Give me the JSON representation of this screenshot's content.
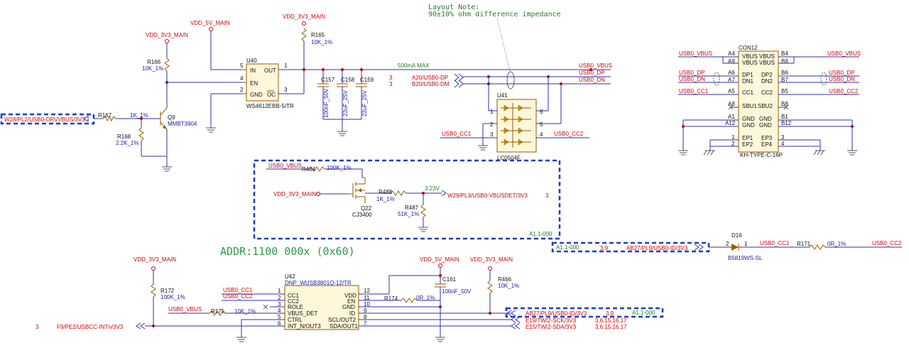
{
  "note": {
    "line1": "Layout Note:",
    "line2": "90±10% ohm difference impedance"
  },
  "nets": {
    "vdd5v": "VDD_5V_MAIN",
    "vdd3v3": "VDD_3V3_MAIN",
    "usb0_vbus": "USB0_VBUS",
    "usb0_dp": "USB0_DP",
    "usb0_dn": "USB0_DN",
    "usb0_cc1": "USB0_CC1",
    "usb0_cc2": "USB0_CC2",
    "ma500": "500mA MAX",
    "v323": "3.23V"
  },
  "ports": {
    "drvbus": "W28/PL2/USB0-DRVVBUS/3V3",
    "a20dp": "A20/USB0-DP",
    "b20dn": "B20/USB0-DM",
    "vbusdet": "W29/PL3/USB0-VBUSDET/3V3",
    "usbid1": "AB27/PL9/USB0-ID/3V3",
    "usbid2": "AB27/PL9/USB0-ID/3V3",
    "usbcint": "F9/PE2/USBCC-INTn/3V3",
    "twi2sck": "E19/TWI2-SCK/3V3",
    "twi2sda": "E15/TWI2-SDA/3V3",
    "sheet3": "3",
    "sheet39": "3,9",
    "sheets_twi": "3,6,15,16,17",
    "ref_a11": "A1.1-000"
  },
  "parts": {
    "u40": {
      "ref": "U40",
      "part": "WS4612EBB-5/TR",
      "in": "IN",
      "out": "OUT",
      "en": "EN",
      "gnd": "GND",
      "oc": "OC",
      "p5": "5",
      "p4": "4",
      "p2": "2",
      "p1": "1",
      "p3": "3"
    },
    "r165": {
      "ref": "R165",
      "val": "10K_1%"
    },
    "r166": {
      "ref": "R166",
      "val": "10K_1%"
    },
    "r167": {
      "ref": "R167",
      "val": "1K_1%"
    },
    "r168": {
      "ref": "R168",
      "val": "2.2K_1%"
    },
    "q9": {
      "ref": "Q9",
      "part": "MMBT3904"
    },
    "c157": {
      "ref": "C157",
      "val": "100nF_50V"
    },
    "c158": {
      "ref": "C158",
      "val": "22uF_25V"
    },
    "c159": {
      "ref": "C159",
      "val": "22uF_25V"
    },
    "u41": {
      "ref": "U41",
      "part": "LC0504F",
      "p1": "1",
      "p2": "2",
      "p3": "3",
      "p4": "4",
      "p5": "5",
      "p6": "6"
    },
    "con12": {
      "ref": "CON12",
      "part": "KH-TYPE-C-16P",
      "left_pins": [
        "A4",
        "A9",
        "A6",
        "A7",
        "A5",
        "A8",
        "A1",
        "A12",
        "1",
        "2"
      ],
      "left_names": [
        "VBUS",
        "VBUS",
        "DP1",
        "DN1",
        "CC1",
        "SBU1",
        "GND",
        "GND",
        "EP1",
        "EP2"
      ],
      "right_pins": [
        "B4",
        "B9",
        "B6",
        "B7",
        "B5",
        "B8",
        "B1",
        "B12",
        "3",
        "4"
      ],
      "right_names": [
        "VBUS",
        "VBUS",
        "DP2",
        "DN2",
        "CC2",
        "SBU2",
        "GND",
        "GND",
        "EP3",
        "EP4"
      ]
    },
    "r484": {
      "ref": "R484",
      "val": "100K_1%"
    },
    "q22": {
      "ref": "Q22",
      "part": "CJ3400"
    },
    "r488": {
      "ref": "R488",
      "val": "1K_1%"
    },
    "r487": {
      "ref": "R487",
      "val": "51K_1%"
    },
    "d16": {
      "ref": "D16",
      "part": "B5819WS-SL",
      "p2": "2",
      "p1": "1"
    },
    "r171": {
      "ref": "R171",
      "val": "0R_1%"
    },
    "r172": {
      "ref": "R172",
      "val": "100K_1%"
    },
    "r175": {
      "ref": "R175",
      "val": "10K_1%"
    },
    "r174": {
      "ref": "R174",
      "val": "0R_1%"
    },
    "c161": {
      "ref": "C161",
      "val": "100nF_50V"
    },
    "r466": {
      "ref": "R466",
      "val": "10K_1%"
    },
    "u42": {
      "ref": "U42",
      "part": "DNP_WUSB3801Q-12/TR",
      "left_pins": [
        "1",
        "2",
        "3",
        "4",
        "5",
        "6"
      ],
      "left_names": [
        "CC1",
        "CC2",
        "ROLE",
        "VBUS_DET",
        "CTRL",
        "INT_N/OUT3"
      ],
      "right_pins": [
        "12",
        "11",
        "10",
        "9",
        "8",
        "7"
      ],
      "right_names": [
        "VDD",
        "EN",
        "GND",
        "ID",
        "SCL/OUT2",
        "SDA/OUT1"
      ]
    }
  },
  "addr": "ADDR:1100 000x (0x60)"
}
